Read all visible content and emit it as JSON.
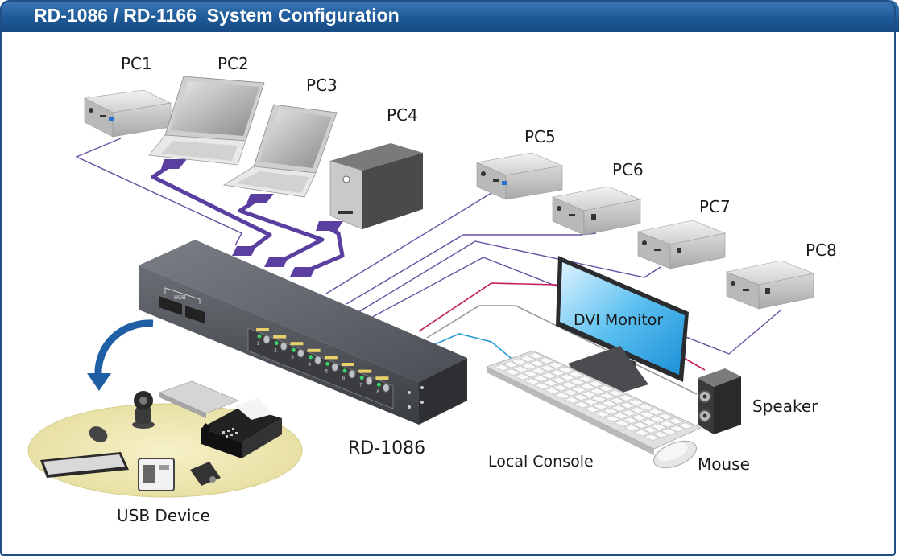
{
  "title": "RD-1086 / RD-1166  System Configuration",
  "labels": {
    "pc1": "PC1",
    "pc2": "PC2",
    "pc3": "PC3",
    "pc4": "PC4",
    "pc5": "PC5",
    "pc6": "PC6",
    "pc7": "PC7",
    "pc8": "PC8",
    "switch": "RD-1086",
    "hub": "HUB",
    "monitor": "DVI Monitor",
    "speaker": "Speaker",
    "mouse": "Mouse",
    "console": "Local Console",
    "usb": "USB Device"
  },
  "port_numbers": [
    "1",
    "2",
    "3",
    "4",
    "5",
    "6",
    "7",
    "8"
  ],
  "colors": {
    "title_bar": "#1e5a98",
    "pc_cable": "#6a4fa3",
    "usb_cable": "#5a3fa0",
    "audio_cable": "#c2185b",
    "keyboard_cable": "#2a9ad4",
    "gray_cable": "#9a9a9a",
    "usb_area": "#efe9b5"
  }
}
